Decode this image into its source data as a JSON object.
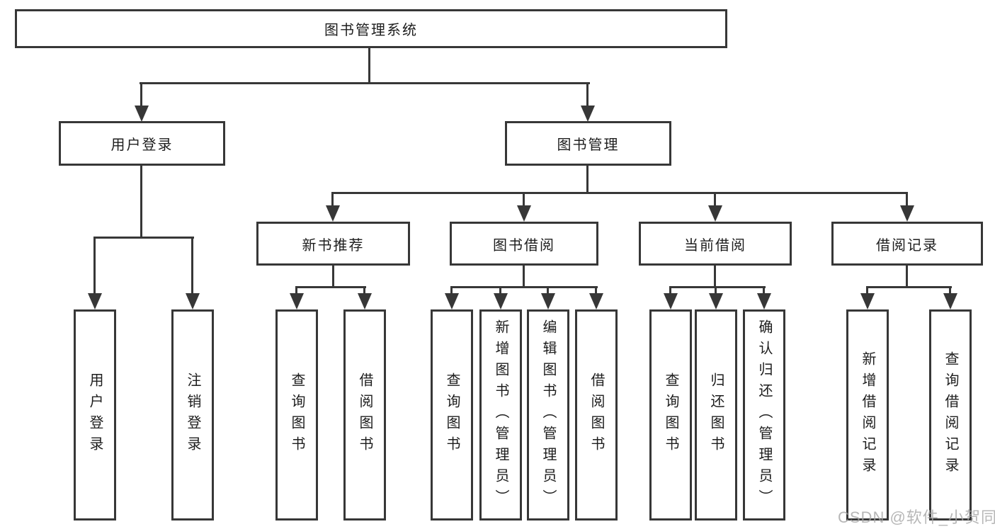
{
  "diagram": {
    "title": "图书管理系统",
    "type": "hierarchy-tree",
    "colors": {
      "line": "#373737",
      "text": "#1d1d1d",
      "background": "#ffffff",
      "watermark": "#a6a6a6"
    },
    "watermark": "CSDN @软件_小贺同学",
    "nodes": {
      "root": {
        "label": "图书管理系统"
      },
      "user_login": {
        "label": "用户登录"
      },
      "book_mgmt": {
        "label": "图书管理"
      },
      "new_book_rec": {
        "label": "新书推荐"
      },
      "book_borrow": {
        "label": "图书借阅"
      },
      "current_borrow": {
        "label": "当前借阅"
      },
      "borrow_records": {
        "label": "借阅记录"
      },
      "a1_user_login": {
        "label": "用户登录"
      },
      "a2_logout": {
        "label": "注销登录"
      },
      "b1_query_book": {
        "label": "查询图书"
      },
      "b2_borrow_book": {
        "label": "借阅图书"
      },
      "c1_query_book": {
        "label": "查询图书"
      },
      "c2_add_book_admin": {
        "label": "新增图书（管理员）"
      },
      "c3_edit_book_admin": {
        "label": "编辑图书（管理员）"
      },
      "c4_borrow_book": {
        "label": "借阅图书"
      },
      "d1_query_book": {
        "label": "查询图书"
      },
      "d2_return_book": {
        "label": "归还图书"
      },
      "d3_confirm_return_admin": {
        "label": "确认归还（管理员）"
      },
      "e1_add_borrow_record": {
        "label": "新增借阅记录"
      },
      "e2_query_borrow_record": {
        "label": "查询借阅记录"
      }
    },
    "structure": [
      {
        "parent": "图书管理系统",
        "children": [
          "用户登录",
          "图书管理"
        ]
      },
      {
        "parent": "用户登录",
        "children": [
          "用户登录",
          "注销登录"
        ]
      },
      {
        "parent": "图书管理",
        "children": [
          "新书推荐",
          "图书借阅",
          "当前借阅",
          "借阅记录"
        ]
      },
      {
        "parent": "新书推荐",
        "children": [
          "查询图书",
          "借阅图书"
        ]
      },
      {
        "parent": "图书借阅",
        "children": [
          "查询图书",
          "新增图书（管理员）",
          "编辑图书（管理员）",
          "借阅图书"
        ]
      },
      {
        "parent": "当前借阅",
        "children": [
          "查询图书",
          "归还图书",
          "确认归还（管理员）"
        ]
      },
      {
        "parent": "借阅记录",
        "children": [
          "新增借阅记录",
          "查询借阅记录"
        ]
      }
    ]
  }
}
